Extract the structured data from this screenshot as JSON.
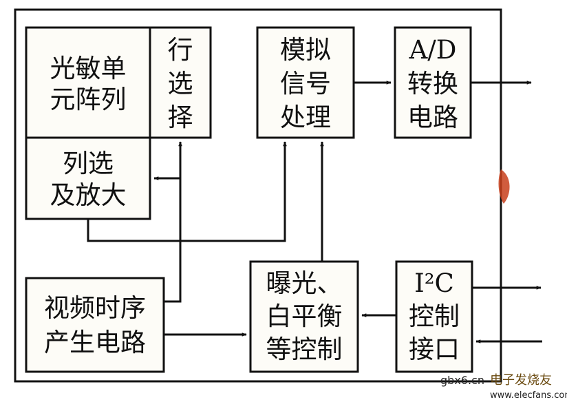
{
  "blocks": {
    "photo_array": {
      "lines": [
        "光敏单",
        "元阵列"
      ]
    },
    "row_select": {
      "lines": [
        "行",
        "选",
        "择"
      ]
    },
    "col_select": {
      "lines": [
        "列选",
        "及放大"
      ]
    },
    "analog": {
      "lines": [
        "模拟",
        "信号",
        "处理"
      ]
    },
    "adc": {
      "lines": [
        "A/D",
        "转换",
        "电路"
      ]
    },
    "timing": {
      "lines": [
        "视频时序",
        "产生电路"
      ]
    },
    "exposure": {
      "lines": [
        "曝光、",
        "白平衡",
        "等控制"
      ]
    },
    "i2c": {
      "lines": [
        "I²C",
        "控制",
        "接口"
      ]
    }
  },
  "watermark": {
    "site": "gbx6.cn",
    "brand": "电子发烧友",
    "url": "www.elecfans.com"
  },
  "colors": {
    "line": "#111111",
    "block_fill": "#fdfcf7",
    "watermark_accent": "#c8401c"
  }
}
